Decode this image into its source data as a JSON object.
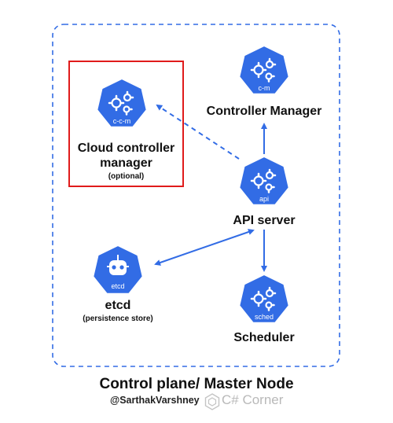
{
  "colors": {
    "k8s_blue": "#326CE5",
    "frame_border": "#326CE5",
    "highlight_border": "#E01B1B",
    "arrow": "#326CE5"
  },
  "diagram": {
    "nodes": {
      "ccm": {
        "badge": "c-c-m",
        "title_line1": "Cloud controller",
        "title_line2": "manager",
        "note": "(optional)",
        "icon": "gears-icon"
      },
      "cm": {
        "badge": "c-m",
        "title": "Controller Manager",
        "icon": "gears-icon"
      },
      "api": {
        "badge": "api",
        "title": "API server",
        "icon": "gears-icon"
      },
      "etcd": {
        "badge": "etcd",
        "title": "etcd",
        "note": "(persistence store)",
        "icon": "robot-icon"
      },
      "sched": {
        "badge": "sched",
        "title": "Scheduler",
        "icon": "gears-icon"
      }
    },
    "edges": [
      {
        "from": "api",
        "to": "cm",
        "style": "solid",
        "direction": "one-way"
      },
      {
        "from": "api",
        "to": "ccm",
        "style": "dashed",
        "direction": "one-way"
      },
      {
        "from": "api",
        "to": "sched",
        "style": "solid",
        "direction": "one-way"
      },
      {
        "from": "api",
        "to": "etcd",
        "style": "solid",
        "direction": "two-way"
      }
    ],
    "group_label": "Control plane/ Master Node"
  },
  "footer": {
    "author": "@SarthakVarshney",
    "brand": "C# Corner",
    "brand_icon": "csharp-corner-logo-icon"
  }
}
